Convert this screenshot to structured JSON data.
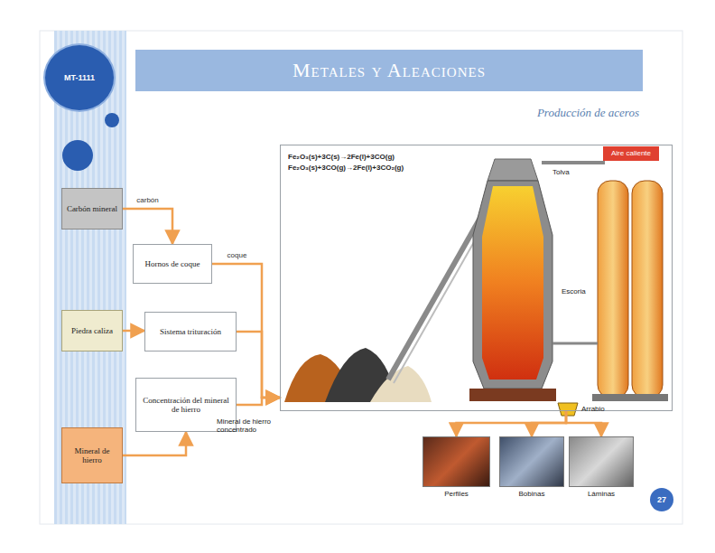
{
  "diagram": {
    "title": "Metales y Aleaciones",
    "nodes": [
      {
        "text": [
          "MT-1111"
        ]
      },
      {
        "text": [
          "Carbón mineral"
        ]
      },
      {
        "text": [
          "Piedra caliza"
        ]
      },
      {
        "text": [
          "Mineral de hierro"
        ]
      },
      {
        "text": [
          "Hornos de coque"
        ]
      },
      {
        "text": [
          "Sistema trituración"
        ]
      },
      {
        "text": [
          "Concentración del mineral de hierro"
        ]
      },
      {
        "text": [
          "Fe₂O₃(s)+3C(s)→2Fe(l)+3CO(g)",
          "Fe₂O₃(s)+3CO(g)→2Fe(l)+3CO₂(g)"
        ]
      },
      {
        "text": [
          "Perfiles"
        ]
      },
      {
        "text": [
          "Bobinas"
        ]
      },
      {
        "text": [
          "Láminas"
        ]
      },
      {
        "text": [
          "27"
        ]
      }
    ],
    "edges": [
      {
        "from": 1,
        "to": 4,
        "label": "carbón",
        "arrow": "to"
      },
      {
        "from": 2,
        "to": 5,
        "arrow": "to"
      },
      {
        "from": 3,
        "to": 6,
        "arrow": "to"
      },
      {
        "from": 4,
        "to": 7,
        "label": "coque",
        "arrow": "to"
      },
      {
        "from": 5,
        "to": 7,
        "arrow": "to"
      },
      {
        "from": 6,
        "to": 7,
        "arrow": "to"
      },
      {
        "from": 7,
        "to": 8,
        "arrow": "to"
      },
      {
        "from": 7,
        "to": 9,
        "arrow": "to"
      },
      {
        "from": 7,
        "to": 10,
        "arrow": "to"
      }
    ],
    "labels": [
      "Producción de aceros",
      "Mineral de hierro concentrado",
      "Aire caliente",
      "Tolva",
      "Escoria",
      "Arrabio"
    ]
  }
}
